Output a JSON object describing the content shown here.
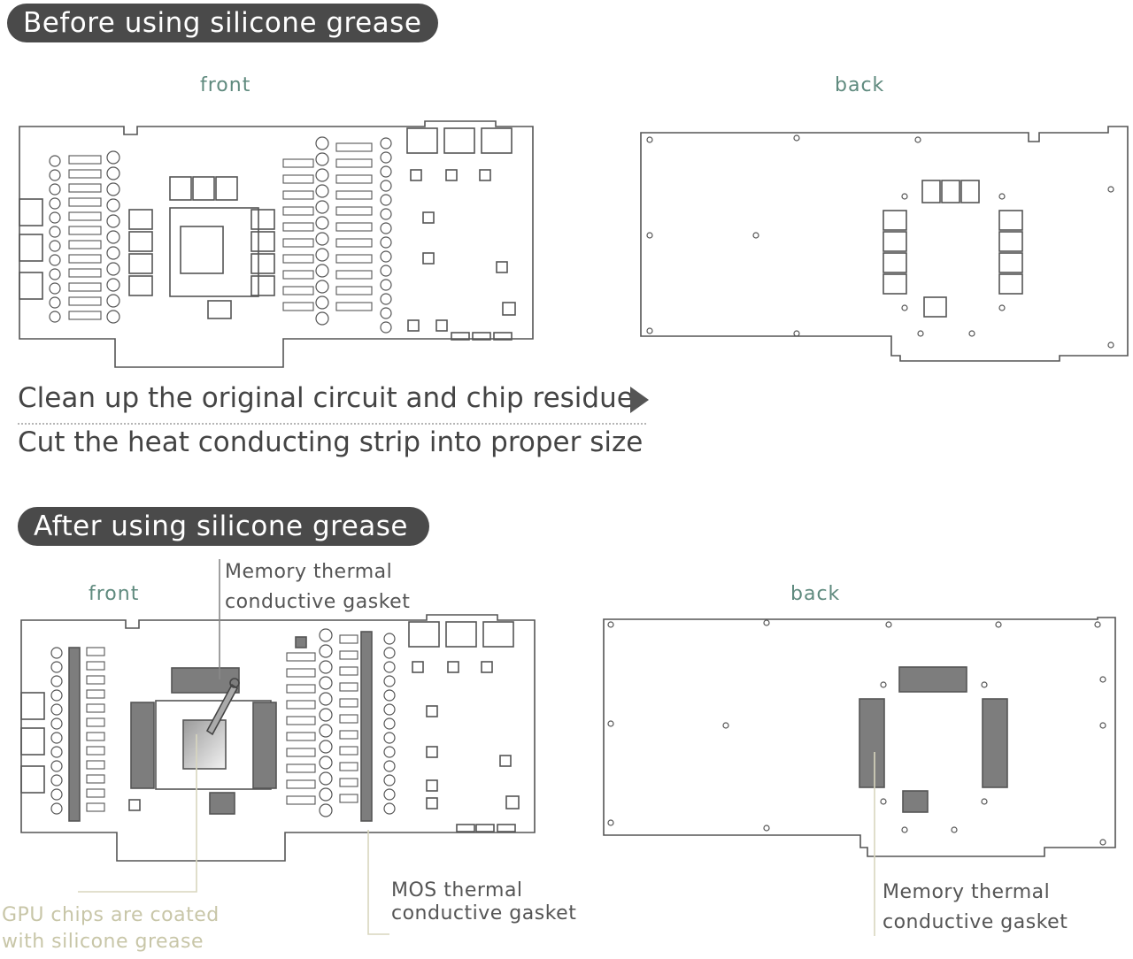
{
  "sections": {
    "before": {
      "title": "Before using silicone grease",
      "front_label": "front",
      "back_label": "back"
    },
    "after": {
      "title": "After using silicone grease",
      "front_label": "front",
      "back_label": "back"
    }
  },
  "steps": {
    "step1": "Clean up the original circuit and chip residue",
    "step2": "Cut the heat conducting strip into proper size"
  },
  "callouts": {
    "memory_front": {
      "line1": "Memory thermal",
      "line2": "conductive gasket"
    },
    "mos": {
      "line1": "MOS thermal",
      "line2": "conductive gasket"
    },
    "gpu": {
      "line1": "GPU chips are coated",
      "line2": "with silicone grease"
    },
    "memory_back": {
      "line1": "Memory thermal",
      "line2": "conductive gasket"
    }
  },
  "colors": {
    "pill_bg": "#4a4a4a",
    "label_green": "#5f8a7e",
    "line": "#555555",
    "pad_fill": "#7d7d7d",
    "leader_faint": "#d8d6be"
  }
}
